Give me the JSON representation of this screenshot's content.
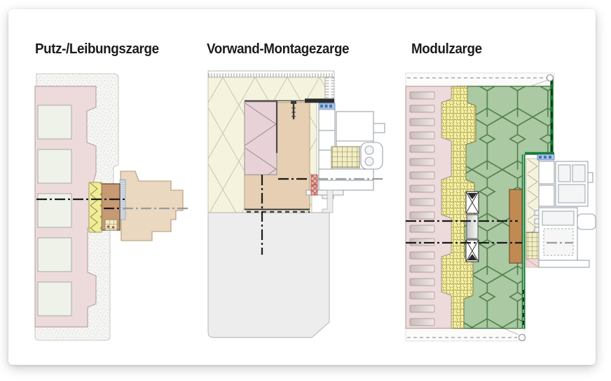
{
  "panels": [
    {
      "id": "putz-leibungszarge",
      "title": "Putz-/Leibungszarge"
    },
    {
      "id": "vorwand-montagezarge",
      "title": "Vorwand-Montagezarge"
    },
    {
      "id": "modulzarge",
      "title": "Modulzarge"
    }
  ],
  "palette": {
    "page_bg": "#ffffff",
    "card_bg": "#ffffff",
    "title_color": "#1c1c1c",
    "pink_masonry": "#ecdbda",
    "masonry_outline": "#a89391",
    "masonry_core": "#eef2e9",
    "plaster_speckle_bg": "#f5f5f3",
    "insulation_yellow": "#f1ec96",
    "insulation_olive_line": "#8a8a4a",
    "zarge_brown": "#c79a74",
    "zarge_brown_dark": "#6b4a2f",
    "frame_tan": "#ead8c0",
    "frame_tan_outline": "#b29878",
    "seal_hatch_blue": "#dde4ec",
    "seal_hatch_blue_line": "#9fb0c4",
    "insulation_cream": "#f5f3dd",
    "cream_line": "#c6c6ae",
    "mauve_block": "#e8d2d8",
    "block_tan": "#e6cfb2",
    "future_wall_gray": "#ededee",
    "gray_outline": "#b0b0b0",
    "honeycomb_yellow": "#f5f0a0",
    "honeycomb_line": "#9a9140",
    "module_green": "#abc9a3",
    "hex_line": "#4f7f4a",
    "seal_green": "#157a33",
    "board_brown": "#c18a52",
    "profile_gray": "#9aa3ab",
    "gasket_blue_light": "#a9c6e6",
    "gasket_blue_dark": "#4a74b4",
    "seal_red_bg": "#e8b4ac",
    "seal_red_line": "#b05048",
    "centerline_black": "#1a1a1a",
    "centerline_gray": "#9b9b9b",
    "lattice_bg": "#f2edc2",
    "lattice_line": "#8a8a6a",
    "dark_edge": "#2b2b2b"
  }
}
